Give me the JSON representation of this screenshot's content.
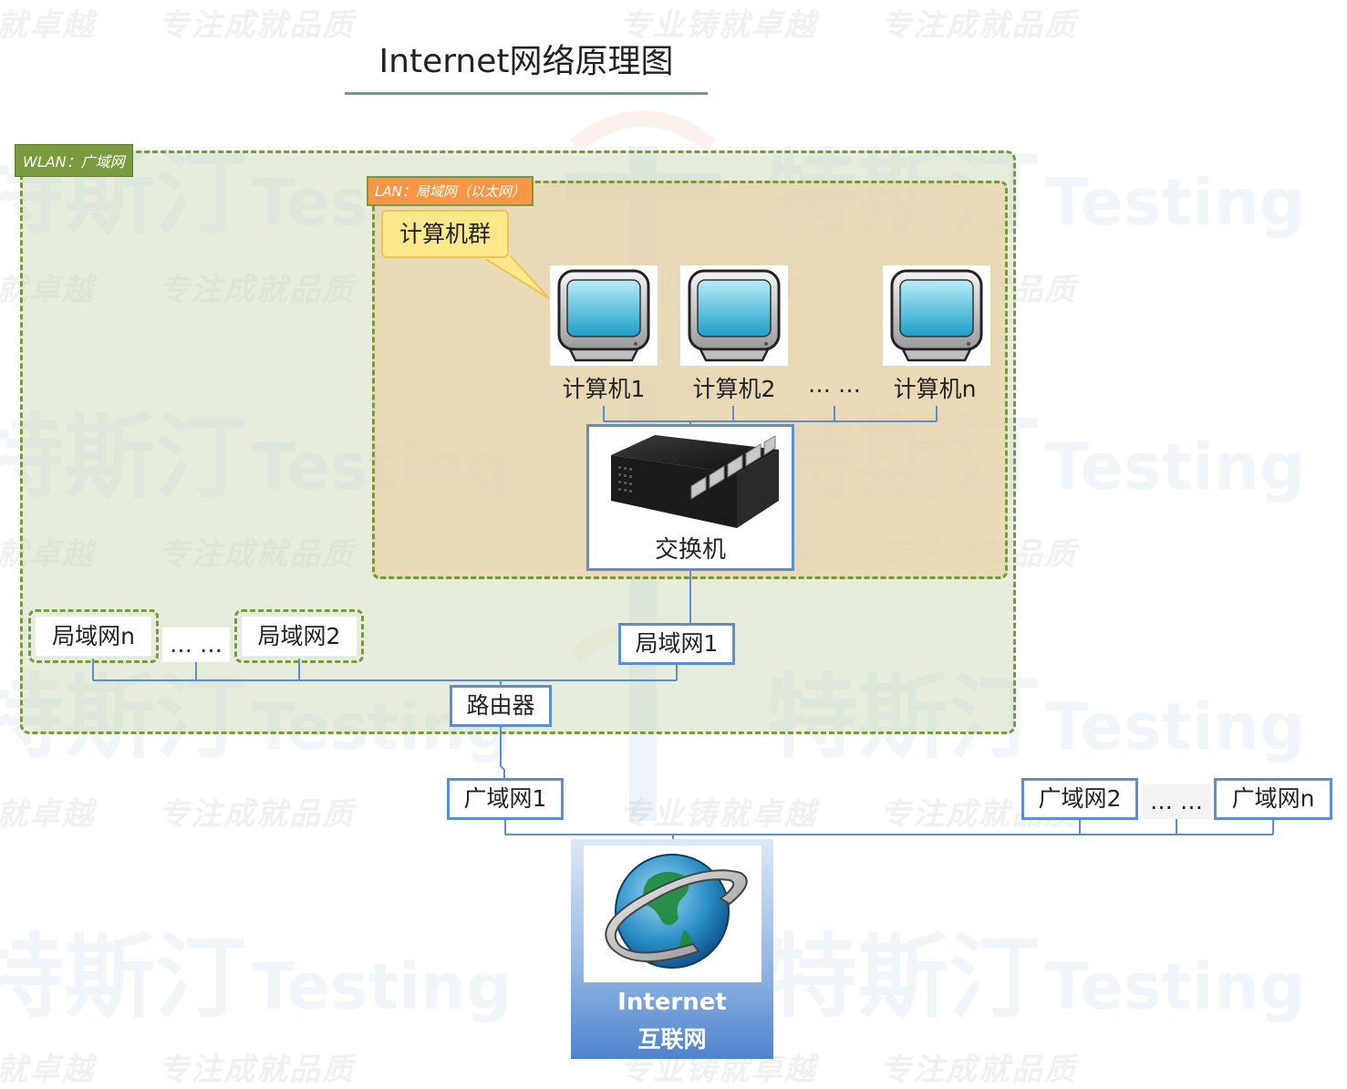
{
  "watermarks": {
    "slogan_a": "铸就卓越",
    "slogan_b": "专注成就品质",
    "slogan_c": "专业铸就卓越",
    "brand": "特斯汀",
    "brand_en": "Testing"
  },
  "title": "Internet网络原理图",
  "wlan_tag": "WLAN：广域网",
  "lan_tag": "LAN：局域网（以太网）",
  "callout": "计算机群",
  "computers": [
    "计算机1",
    "计算机2",
    "… …",
    "计算机n"
  ],
  "switch_label": "交换机",
  "lan_nodes": {
    "lan_n": "局域网n",
    "ellipsis": "… …",
    "lan_2": "局域网2",
    "lan_1": "局域网1"
  },
  "router": "路由器",
  "wan_nodes": {
    "wan_1": "广域网1",
    "wan_2": "广域网2",
    "ellipsis": "… …",
    "wan_n": "广域网n"
  },
  "internet": {
    "line1": "Internet",
    "line2": "互联网"
  },
  "colors": {
    "wlan_green": "#7a9a3e",
    "lan_orange": "#f79646",
    "node_blue": "#5b8fd1",
    "title_underline": "#6f9a92"
  }
}
